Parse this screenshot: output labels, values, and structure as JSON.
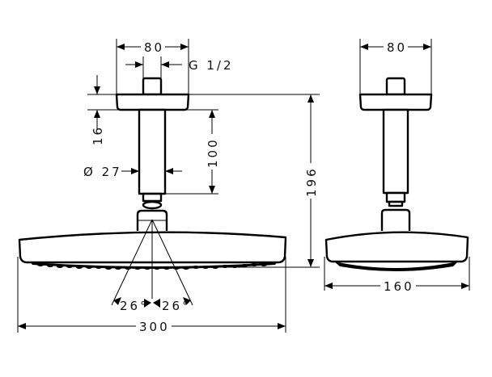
{
  "drawing": {
    "title": "Overhead shower with ceiling arm - dimension drawing",
    "units": "mm",
    "line_color": "#000000",
    "background": "#ffffff",
    "front_view": {
      "dimensions": {
        "flange_width": "80",
        "thread": "G 1/2",
        "flange_height": "16",
        "arm_length": "100",
        "arm_diameter": "Ø 27",
        "total_height": "196",
        "spray_angle_left": "26°",
        "spray_angle_right": "26°",
        "head_width": "300"
      }
    },
    "side_view": {
      "dimensions": {
        "flange_width": "80",
        "head_depth": "160"
      }
    }
  }
}
